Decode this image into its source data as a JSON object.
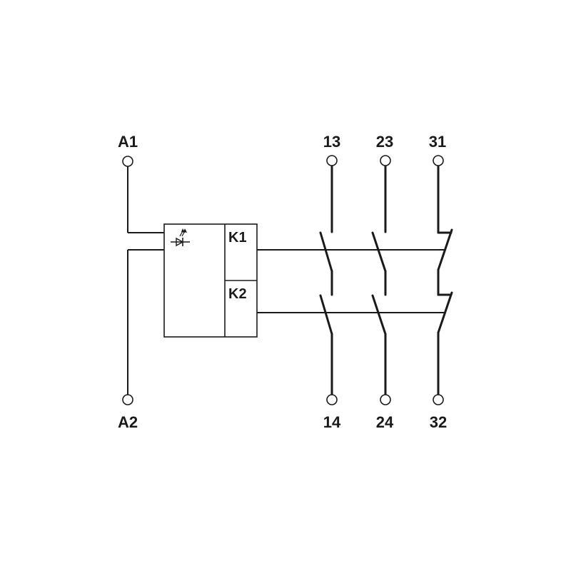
{
  "terminals": {
    "a1": "A1",
    "a2": "A2",
    "t13": "13",
    "t14": "14",
    "t23": "23",
    "t24": "24",
    "t31": "31",
    "t32": "32"
  },
  "relays": {
    "k1": "K1",
    "k2": "K2"
  },
  "icons": {
    "indicator": "led-diode-icon"
  },
  "colors": {
    "line": "#1a1a1a",
    "background": "#ffffff"
  }
}
